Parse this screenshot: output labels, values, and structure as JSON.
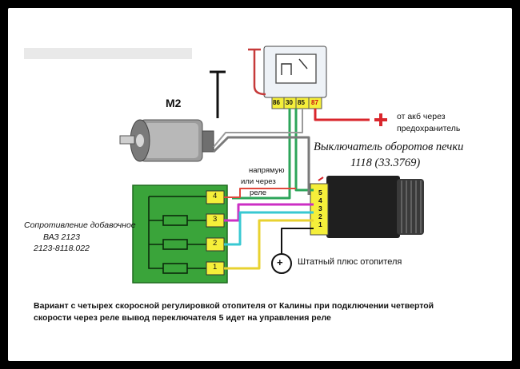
{
  "motor": {
    "label": "M2"
  },
  "relay": {
    "pins": [
      "86",
      "30",
      "85",
      "87"
    ]
  },
  "battery": {
    "symbol": "+",
    "note_line1": "от акб через",
    "note_line2": "предохранитель"
  },
  "switch": {
    "title": "Выключатель оборотов печки",
    "model": "1118 (33.3769)",
    "pins": [
      "5",
      "4",
      "3",
      "2",
      "1"
    ]
  },
  "resistor": {
    "title": "Сопротивление добавочное",
    "model1": "ВАЗ 2123",
    "model2": "2123-8118.022",
    "pins": [
      "4",
      "3",
      "2",
      "1"
    ]
  },
  "relay_note": {
    "line1": "напрямую",
    "line2": "или через",
    "line3": "реле"
  },
  "heater_plus": {
    "symbol": "+",
    "label": "Штатный плюс отопителя"
  },
  "caption": {
    "line1": "Вариант с четырех скоросной регулировкой отопителя от Калины при подключении четвертой",
    "line2": "скорости через реле вывод переключателя 5 идет на управления реле"
  },
  "colors": {
    "green_wire": "#2da55a",
    "red_wire": "#d9262c",
    "magenta_wire": "#cc2fc4",
    "cyan_wire": "#38c8d2",
    "yellow_wire": "#e8d230",
    "gray_wire": "#7a7a7a",
    "resistor_block": "#3aa43a",
    "pin_yellow": "#f5ef3a"
  }
}
